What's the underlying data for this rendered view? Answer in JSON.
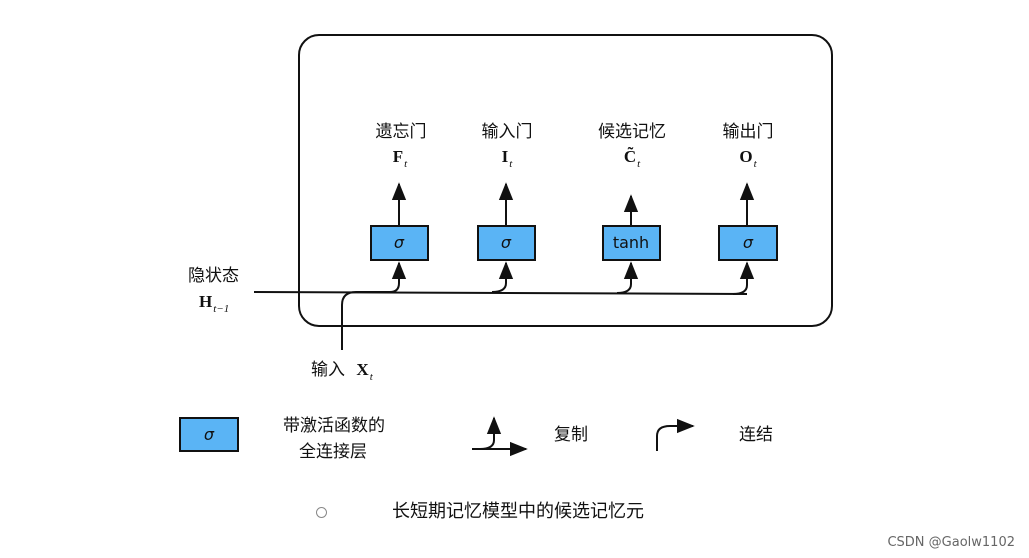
{
  "gates": [
    {
      "title": "遗忘门",
      "var": "F",
      "sub": "t",
      "fn": "σ"
    },
    {
      "title": "输入门",
      "var": "I",
      "sub": "t",
      "fn": "σ"
    },
    {
      "title": "候选记忆",
      "var": "C̃",
      "sub": "t",
      "fn": "tanh"
    },
    {
      "title": "输出门",
      "var": "O",
      "sub": "t",
      "fn": "σ"
    }
  ],
  "hidden_state": {
    "label": "隐状态",
    "var": "H",
    "sub": "t−1"
  },
  "input": {
    "label": "输入",
    "var": "X",
    "sub": "t"
  },
  "legend": {
    "fc_symbol": "σ",
    "fc_line1": "带激活函数的",
    "fc_line2": "全连接层",
    "copy_label": "复制",
    "concat_label": "连结"
  },
  "caption": "长短期记忆模型中的候选记忆元",
  "watermark": "CSDN @Gaolw1102",
  "colors": {
    "box_fill": "#5ab4f5",
    "stroke": "#111111"
  }
}
